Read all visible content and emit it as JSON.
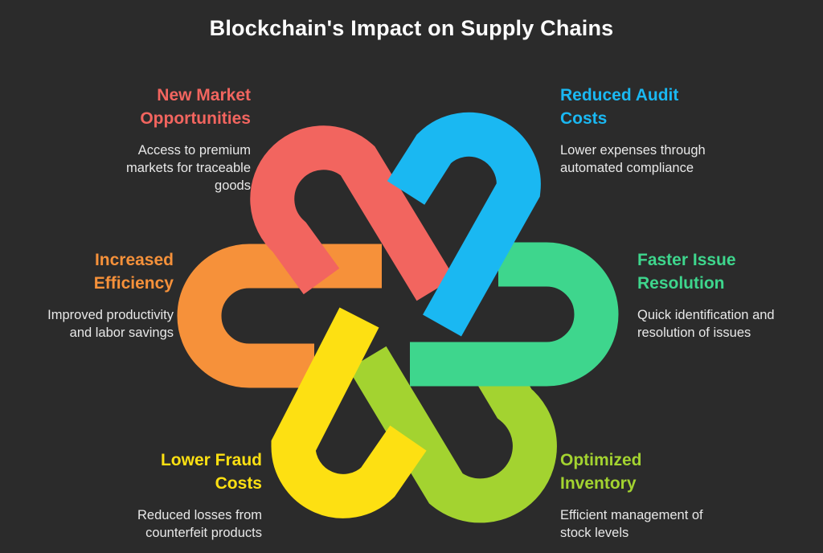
{
  "title": "Blockchain's Impact on Supply Chains",
  "colors": {
    "background": "#2b2b2b",
    "red": "#f2655f",
    "blue": "#1ab8f2",
    "green": "#3ed68d",
    "lime": "#a3d330",
    "yellow": "#fde012",
    "orange": "#f6913a"
  },
  "items": [
    {
      "id": "market",
      "heading": "New Market\nOpportunities",
      "description": "Access to premium\nmarkets for traceable\ngoods",
      "color": "#f2655f"
    },
    {
      "id": "audit",
      "heading": "Reduced Audit\nCosts",
      "description": "Lower expenses through\nautomated compliance",
      "color": "#1ab8f2"
    },
    {
      "id": "resolution",
      "heading": "Faster Issue\nResolution",
      "description": "Quick identification and\nresolution of issues",
      "color": "#3ed68d"
    },
    {
      "id": "inventory",
      "heading": "Optimized\nInventory",
      "description": "Efficient management of\nstock levels",
      "color": "#a3d330"
    },
    {
      "id": "fraud",
      "heading": "Lower Fraud\nCosts",
      "description": "Reduced losses from\ncounterfeit products",
      "color": "#fde012"
    },
    {
      "id": "efficiency",
      "heading": "Increased\nEfficiency",
      "description": "Improved productivity\nand labor savings",
      "color": "#f6913a"
    }
  ]
}
